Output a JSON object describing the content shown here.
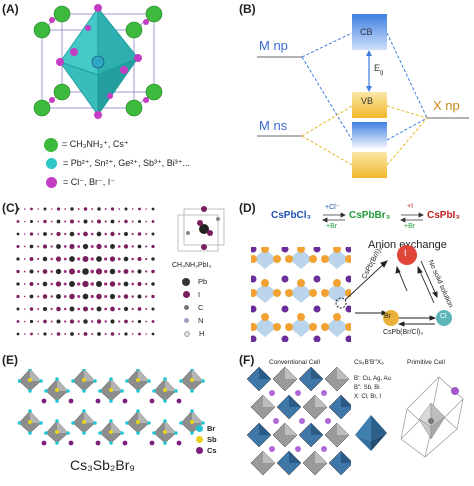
{
  "panels": {
    "A": {
      "label": "(A)",
      "legend": [
        {
          "text": "= CH₃NH₃⁺, Cs⁺",
          "color": "#3dba3d"
        },
        {
          "text": "= Pb²⁺, Sn²⁺, Ge²⁺, Sb³⁺, Bi³⁺...",
          "color": "#2ec6c6"
        },
        {
          "text": "= Cl⁻, Br⁻, I⁻",
          "color": "#c43ec4"
        }
      ]
    },
    "B": {
      "label": "(B)",
      "m_np": "M np",
      "m_ns": "M ns",
      "x_np": "X np",
      "cb": "CB",
      "vb": "VB",
      "eg": "E",
      "eg_sub": "g"
    },
    "C": {
      "label": "(C)",
      "formula": "CH₃NH₃PbI₃",
      "legend": [
        {
          "text": "Pb",
          "color": "#333333"
        },
        {
          "text": "I",
          "color": "#7a1f5c"
        },
        {
          "text": "C",
          "color": "#777777"
        },
        {
          "text": "N",
          "color": "#a0a0c0"
        },
        {
          "text": "H",
          "color": "#e8e8e8"
        }
      ]
    },
    "D": {
      "label": "(D)",
      "reaction": {
        "left": "CsPbCl₃",
        "middle": "CsPbBr₃",
        "right": "CsPbI₃",
        "arrow1_top": "+Cl⁻",
        "arrow1_bottom": "+Br",
        "arrow2_top": "+I",
        "arrow2_bottom": "+Br"
      },
      "title": "Anion exchange",
      "no_solid_solution": "No solid solution",
      "cspb_bri": "CsPb(Br/I)₃",
      "cspb_brcl": "CsPb(Br/Cl)₃",
      "ion_i": "I",
      "ion_br": "Br",
      "ion_cl": "Cl"
    },
    "E": {
      "label": "(E)",
      "formula": "Cs₃Sb₂Br₉",
      "legend": [
        {
          "text": "Br",
          "color": "#22c4d6"
        },
        {
          "text": "Sb",
          "color": "#e8d21a"
        },
        {
          "text": "Cs",
          "color": "#7a1f7a"
        }
      ]
    },
    "F": {
      "label": "(F)",
      "conventional": "Conventional Cell",
      "primitive": "Primitive Cell",
      "formula": "Cs₂B'B''X₆",
      "notes": [
        "B': Cu, Ag, Au",
        "B'': Sb, Bi",
        "X: Cl, Br, I"
      ]
    }
  }
}
